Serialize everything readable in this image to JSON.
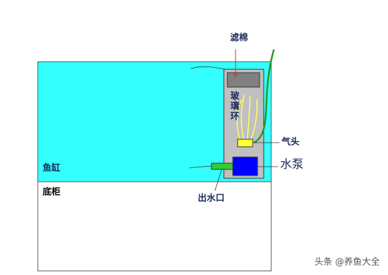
{
  "labels": {
    "filter_cotton": "滤棉",
    "glass_ring": "玻璃环",
    "air_stone": "气头",
    "water_pump": "水泵",
    "outlet": "出水口",
    "fish_tank": "鱼缸",
    "cabinet": "底柜"
  },
  "watermark": "头条 @养鱼大全",
  "colors": {
    "tank_water": "#33ffff",
    "filter_box": "#c0c0c0",
    "filter_cotton_block": "#808080",
    "air_stone": "#ffff33",
    "water_pump": "#0000ff",
    "outlet_pipe": "#33cc33",
    "air_tube": "#229922",
    "arrows": "#cc3333",
    "bubble_lines": "#ffff66"
  }
}
